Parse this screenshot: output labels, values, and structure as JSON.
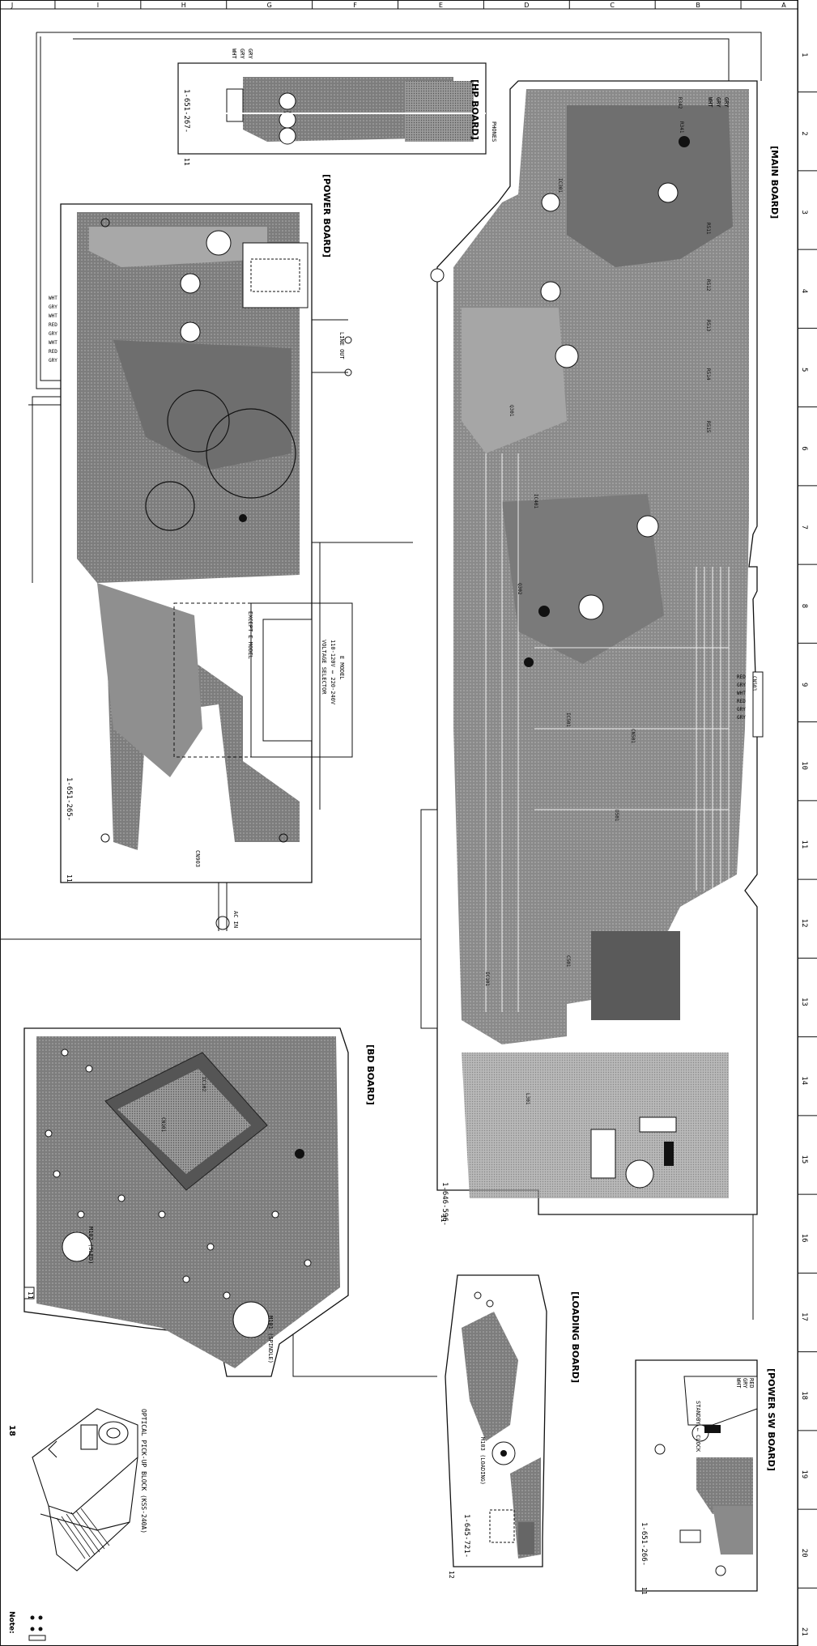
{
  "grid": {
    "rows": [
      "A",
      "B",
      "C",
      "D",
      "E",
      "F",
      "G",
      "H",
      "I",
      "J"
    ],
    "cols": [
      "1",
      "2",
      "3",
      "4",
      "5",
      "6",
      "7",
      "8",
      "9",
      "10",
      "11",
      "12",
      "13",
      "14",
      "15",
      "16",
      "17",
      "18",
      "19",
      "20",
      "21"
    ]
  },
  "boards": {
    "main": {
      "title": "[MAIN BOARD]",
      "part_no": "1-646-596-",
      "tag": "11"
    },
    "hp": {
      "title": "[HP BOARD]",
      "part_no": "1-651-267-",
      "tag": "11",
      "jack": "PHONES",
      "wires": [
        "WHT",
        "GRY",
        "GRY"
      ]
    },
    "power": {
      "title": "[POWER BOARD]",
      "part_no": "1-651-265-",
      "tag": "11",
      "ac_in": "AC IN",
      "cn": "CN903",
      "fuse": "LINE OUT",
      "voltage_sel": "VOLTAGE SELECTOR",
      "voltage_text": "110-120V ↔ 220-240V",
      "model_note": "E MODEL",
      "except_note": "EXCEPT E MODEL",
      "wires": [
        "WHT",
        "GRY",
        "WHT",
        "RED",
        "GRY",
        "WHT",
        "RED",
        "GRY"
      ]
    },
    "bd": {
      "title": "[BD BOARD]",
      "tag": "11",
      "sled": "M102 (SLED)",
      "spindle": "M101 (SPINDLE)"
    },
    "loading": {
      "title": "[LOADING BOARD]",
      "part_no": "1-645-721-",
      "tag": "12",
      "motor": "M103 (LOADING)"
    },
    "powersw": {
      "title": "[POWER SW BOARD]",
      "part_no": "1-651-266-",
      "tag": "11",
      "wires": [
        "WHT",
        "GRY",
        "RED"
      ],
      "label": "STANDBY ← CLOCK"
    },
    "main_wires": [
      "WHT",
      "GRY",
      "GRY"
    ],
    "main_wires2": [
      "RED",
      "GRY",
      "WHT",
      "RED",
      "GRY",
      "GRY"
    ]
  },
  "pickup": {
    "label": "OPTICAL PICK-UP BLOCK (KSS-240A)"
  },
  "note": {
    "title": "Note:",
    "page_no": "18"
  },
  "refs": [
    "R342",
    "R341",
    "R511",
    "R512",
    "R513",
    "R514",
    "R515",
    "IC301",
    "IC401",
    "IC501",
    "CN501",
    "CN503",
    "Q301",
    "Q302",
    "D501",
    "C501",
    "L301",
    "IC101",
    "IC102",
    "CN101"
  ],
  "colors": {
    "ink": "#1a1a1a",
    "fill": "#8a8a8a",
    "paper": "#ffffff"
  }
}
